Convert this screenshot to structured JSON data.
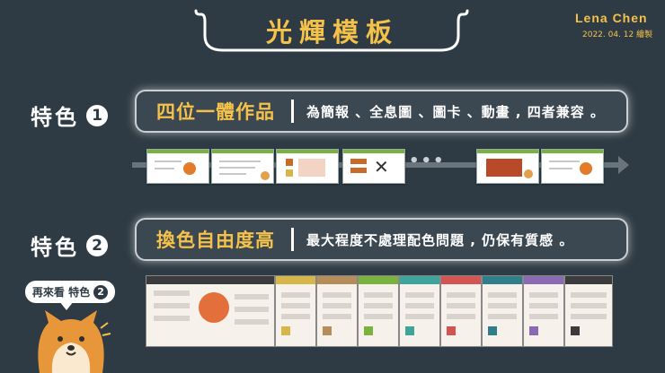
{
  "header": {
    "title": "光輝模板",
    "author": "Lena  Chen",
    "date": "2022. 04. 12    繪製"
  },
  "feature1": {
    "label": "特色",
    "number": "1",
    "main": "四位一體作品",
    "desc": "為簡報 、全息圖 、圖卡 、動畫 , 四者兼容 。"
  },
  "feature2": {
    "label": "特色",
    "number": "2",
    "main": "換色自由度高",
    "desc": "最大程度不處理配色問題 , 仍保有質感 。"
  },
  "bubble": {
    "text": "再來看 特色",
    "number": "2"
  },
  "colors": {
    "background": "#2f3b44",
    "accent": "#f4c24a",
    "text": "#ffffff"
  },
  "variant_colors": [
    "#c96a2a",
    "#d6b54a",
    "#b58d5a",
    "#7ab23f",
    "#3fa59c",
    "#d45454",
    "#2f7e8a",
    "#8a6ab3",
    "#3b3b3b"
  ]
}
